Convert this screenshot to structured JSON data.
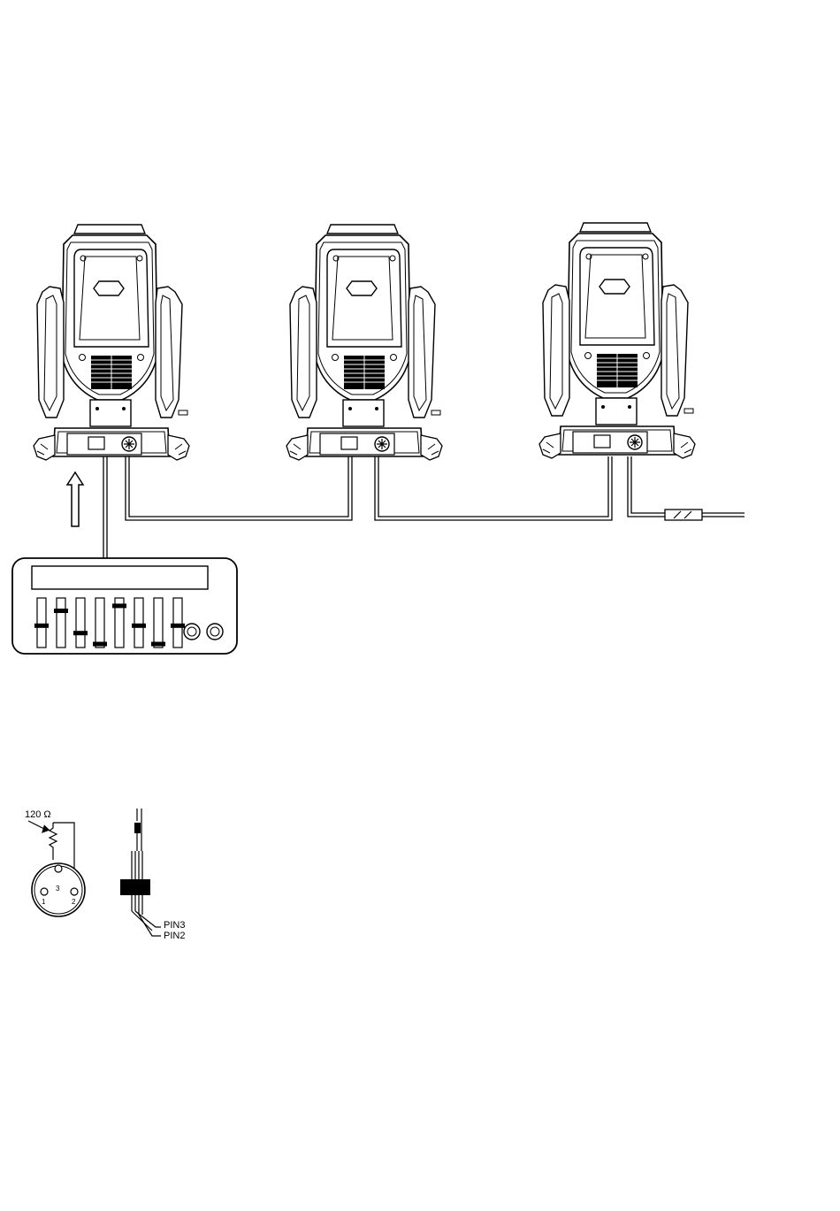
{
  "terminator": {
    "resistor_label": "120 Ω",
    "pin_labels": [
      "3",
      "1",
      "2"
    ]
  },
  "cable": {
    "pin3_label": "PIN3",
    "pin2_label": "PIN2"
  },
  "fixtures": [
    {
      "name": "moving-head-1"
    },
    {
      "name": "moving-head-2"
    },
    {
      "name": "moving-head-3"
    }
  ],
  "controller": {
    "faders": 8,
    "fader_levels": [
      0.55,
      0.25,
      0.7,
      0.92,
      0.15,
      0.55,
      0.92,
      0.55
    ],
    "knobs": 2
  },
  "colors": {
    "stroke": "#000000",
    "background": "#ffffff"
  }
}
